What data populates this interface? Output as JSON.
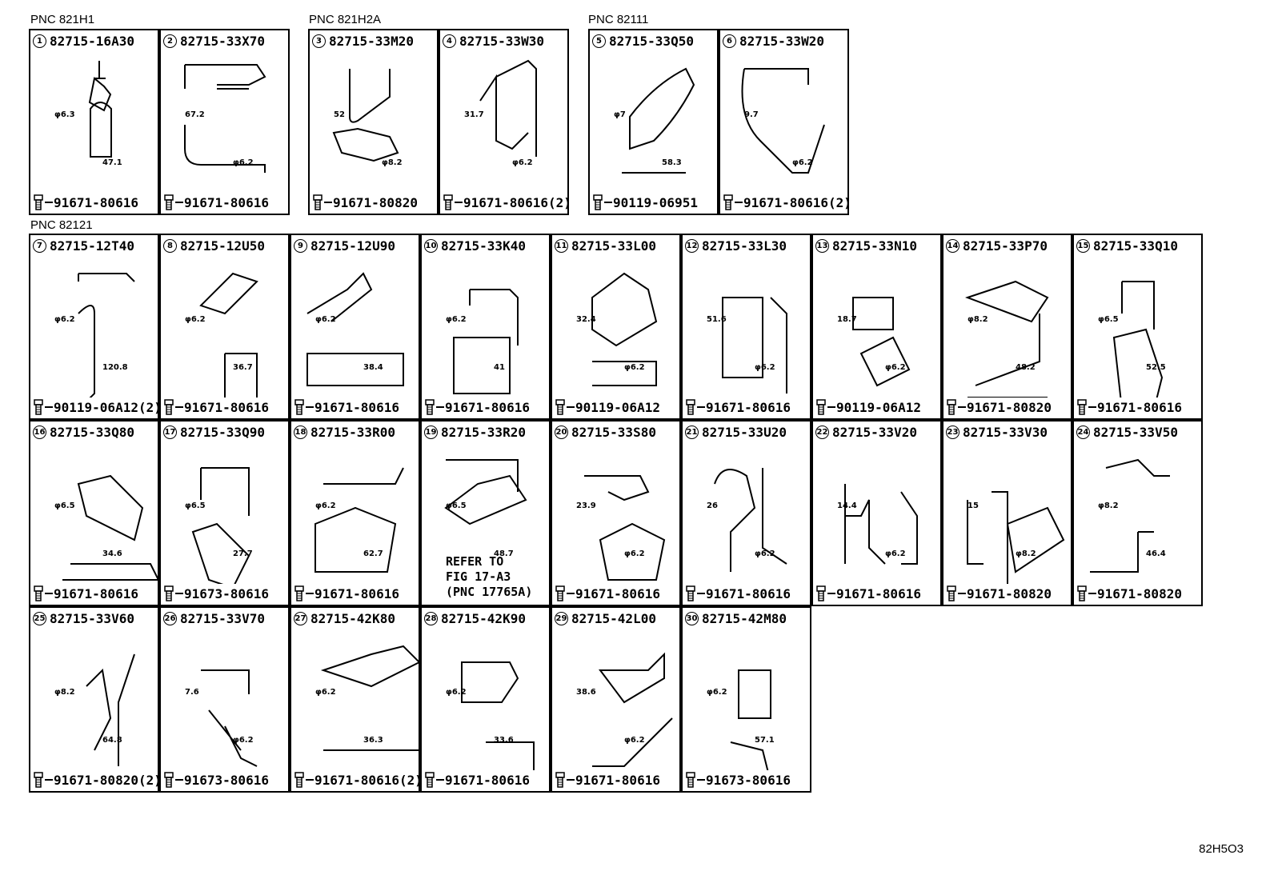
{
  "groups": [
    {
      "label": "PNC 821H1"
    },
    {
      "label": "PNC 821H2A"
    },
    {
      "label": "PNC 82111"
    },
    {
      "label": "PNC 82121"
    }
  ],
  "cells": [
    {
      "num": "1",
      "part": "82715-16A30",
      "bolt": "91671-80616",
      "dims": [
        "φ6.3",
        "47.1"
      ]
    },
    {
      "num": "2",
      "part": "82715-33X70",
      "bolt": "91671-80616",
      "dims": [
        "67.2",
        "φ6.2"
      ]
    },
    {
      "num": "3",
      "part": "82715-33M20",
      "bolt": "91671-80820",
      "dims": [
        "52",
        "φ8.2"
      ]
    },
    {
      "num": "4",
      "part": "82715-33W30",
      "bolt": "91671-80616(2)",
      "dims": [
        "31.7",
        "φ6.2"
      ]
    },
    {
      "num": "5",
      "part": "82715-33Q50",
      "bolt": "90119-06951",
      "dims": [
        "φ7",
        "58.3"
      ]
    },
    {
      "num": "6",
      "part": "82715-33W20",
      "bolt": "91671-80616(2)",
      "dims": [
        "9.7",
        "φ6.2"
      ]
    },
    {
      "num": "7",
      "part": "82715-12T40",
      "bolt": "90119-06A12(2)",
      "dims": [
        "φ6.2",
        "120.8"
      ]
    },
    {
      "num": "8",
      "part": "82715-12U50",
      "bolt": "91671-80616",
      "dims": [
        "φ6.2",
        "36.7"
      ]
    },
    {
      "num": "9",
      "part": "82715-12U90",
      "bolt": "91671-80616",
      "dims": [
        "φ6.2",
        "38.4"
      ]
    },
    {
      "num": "10",
      "part": "82715-33K40",
      "bolt": "91671-80616",
      "dims": [
        "φ6.2",
        "41"
      ]
    },
    {
      "num": "11",
      "part": "82715-33L00",
      "bolt": "90119-06A12",
      "dims": [
        "32.4",
        "φ6.2"
      ]
    },
    {
      "num": "12",
      "part": "82715-33L30",
      "bolt": "91671-80616",
      "dims": [
        "51.6",
        "φ6.2"
      ]
    },
    {
      "num": "13",
      "part": "82715-33N10",
      "bolt": "90119-06A12",
      "dims": [
        "18.7",
        "φ6.2"
      ]
    },
    {
      "num": "14",
      "part": "82715-33P70",
      "bolt": "91671-80820",
      "dims": [
        "φ8.2",
        "48.2"
      ]
    },
    {
      "num": "15",
      "part": "82715-33Q10",
      "bolt": "91671-80616",
      "dims": [
        "φ6.5",
        "52.5"
      ]
    },
    {
      "num": "16",
      "part": "82715-33Q80",
      "bolt": "91671-80616",
      "dims": [
        "φ6.5",
        "34.6"
      ]
    },
    {
      "num": "17",
      "part": "82715-33Q90",
      "bolt": "91673-80616",
      "dims": [
        "φ6.5",
        "27.7"
      ]
    },
    {
      "num": "18",
      "part": "82715-33R00",
      "bolt": "91671-80616",
      "dims": [
        "φ6.2",
        "62.7"
      ]
    },
    {
      "num": "19",
      "part": "82715-33R20",
      "bolt": "",
      "dims": [
        "φ6.5",
        "48.7"
      ]
    },
    {
      "num": "20",
      "part": "82715-33S80",
      "bolt": "91671-80616",
      "dims": [
        "23.9",
        "φ6.2"
      ]
    },
    {
      "num": "21",
      "part": "82715-33U20",
      "bolt": "91671-80616",
      "dims": [
        "26",
        "φ6.2"
      ]
    },
    {
      "num": "22",
      "part": "82715-33V20",
      "bolt": "91671-80616",
      "dims": [
        "14.4",
        "φ6.2"
      ]
    },
    {
      "num": "23",
      "part": "82715-33V30",
      "bolt": "91671-80820",
      "dims": [
        "15",
        "φ8.2"
      ]
    },
    {
      "num": "24",
      "part": "82715-33V50",
      "bolt": "91671-80820",
      "dims": [
        "φ8.2",
        "46.4"
      ]
    },
    {
      "num": "25",
      "part": "82715-33V60",
      "bolt": "91671-80820(2)",
      "dims": [
        "φ8.2",
        "64.8"
      ]
    },
    {
      "num": "26",
      "part": "82715-33V70",
      "bolt": "91673-80616",
      "dims": [
        "7.6",
        "φ6.2"
      ]
    },
    {
      "num": "27",
      "part": "82715-42K80",
      "bolt": "91671-80616(2)",
      "dims": [
        "φ6.2",
        "36.3"
      ]
    },
    {
      "num": "28",
      "part": "82715-42K90",
      "bolt": "91671-80616",
      "dims": [
        "φ6.2",
        "33.6"
      ]
    },
    {
      "num": "29",
      "part": "82715-42L00",
      "bolt": "91671-80616",
      "dims": [
        "38.6",
        "φ6.2"
      ]
    },
    {
      "num": "30",
      "part": "82715-42M80",
      "bolt": "91673-80616",
      "dims": [
        "φ6.2",
        "57.1"
      ]
    }
  ],
  "refer": {
    "line1": "REFER TO",
    "line2": "FIG 17-A3",
    "line3": "(PNC 17765A)"
  },
  "figure_code": "82H5O3"
}
